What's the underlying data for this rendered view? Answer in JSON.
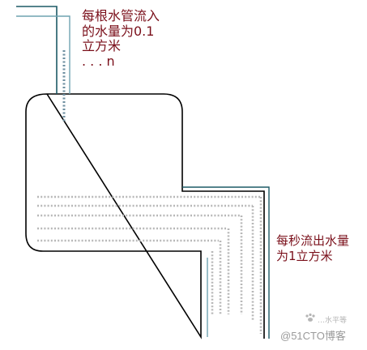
{
  "labels": {
    "inflow": [
      "每根水管流入",
      "的水量为0.1",
      "立方米",
      ". . . n"
    ],
    "outflow": [
      "每秒流出水量",
      "为1立方米"
    ]
  },
  "watermark": {
    "text": "@51CTO博客",
    "small_text": "…水平等"
  },
  "colors": {
    "label_text": "#7a0f1a",
    "pipe_outer": "#1d5a66",
    "pipe_inner": "#7fb3bf",
    "tank_outline": "#000000",
    "water_dots": "#b8b8b8",
    "stream_dots": "#6e8fa0"
  },
  "icons": [
    "paw-icon"
  ]
}
